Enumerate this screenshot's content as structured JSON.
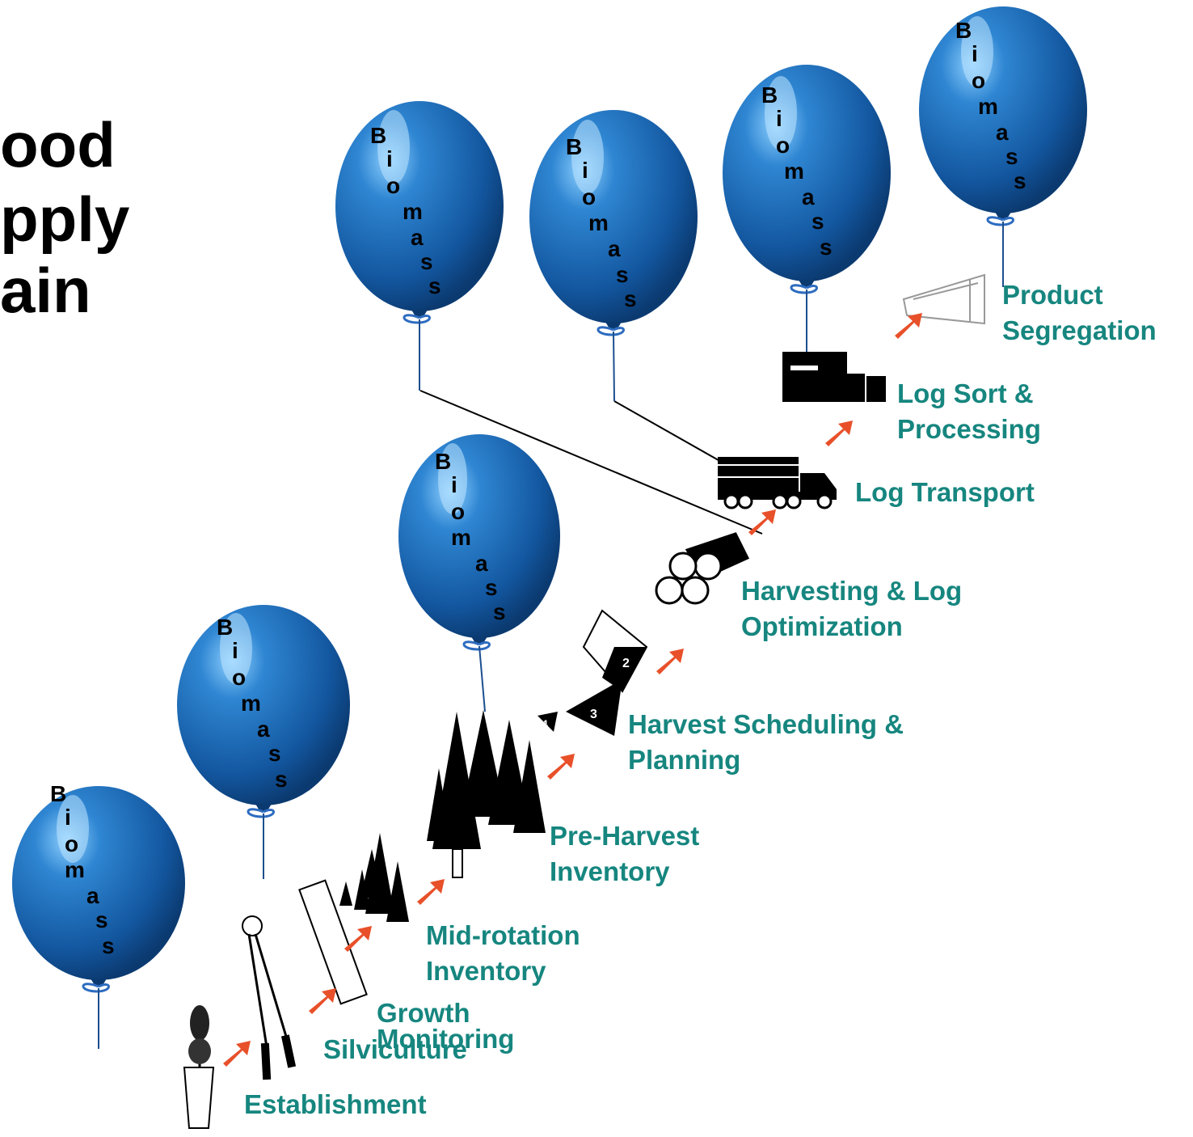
{
  "title": {
    "line1": "ood",
    "line2": "pply",
    "line3": "ain"
  },
  "balloon_word": "Biomass",
  "balloons": [
    {
      "letters": [
        "B",
        "i",
        "o",
        "m",
        "a",
        "s",
        "s"
      ]
    },
    {
      "letters": [
        "B",
        "i",
        "o",
        "m",
        "a",
        "s",
        "s"
      ]
    },
    {
      "letters": [
        "B",
        "i",
        "o",
        "m",
        "a",
        "s",
        "s"
      ]
    },
    {
      "letters": [
        "B",
        "i",
        "o",
        "m",
        "a",
        "s",
        "s"
      ]
    },
    {
      "letters": [
        "B",
        "i",
        "o",
        "m",
        "a",
        "s",
        "s"
      ]
    },
    {
      "letters": [
        "B",
        "i",
        "o",
        "m",
        "a",
        "s",
        "s"
      ]
    },
    {
      "letters": [
        "B",
        "i",
        "o",
        "m",
        "a",
        "s",
        "s"
      ]
    }
  ],
  "stages": {
    "establishment": "Establishment",
    "silviculture": "Silviculture",
    "growth_monitoring_1": "Growth",
    "growth_monitoring_2": "Monitoring",
    "mid_rotation_1": "Mid-rotation",
    "mid_rotation_2": "Inventory",
    "pre_harvest_1": "Pre-Harvest",
    "pre_harvest_2": "Inventory",
    "harvest_scheduling_1": "Harvest Scheduling &",
    "harvest_scheduling_2": "Planning",
    "harvesting_1": "Harvesting & Log",
    "harvesting_2": "Optimization",
    "log_transport": "Log Transport",
    "log_sort_1": "Log Sort &",
    "log_sort_2": "Processing",
    "product_seg_1": "Product",
    "product_seg_2": "Segregation"
  },
  "map_digits": [
    "2",
    "3",
    "4"
  ],
  "colors": {
    "balloon": "#1f6fb5",
    "label": "#16867f",
    "arrow": "#e8502a"
  },
  "icons": [
    "seedling-icon",
    "pruner-icon",
    "ruler-icon",
    "young-trees-icon",
    "mature-trees-icon",
    "map-sheets-icon",
    "log-pile-icon",
    "log-truck-icon",
    "sawmill-icon",
    "lumber-icon"
  ]
}
